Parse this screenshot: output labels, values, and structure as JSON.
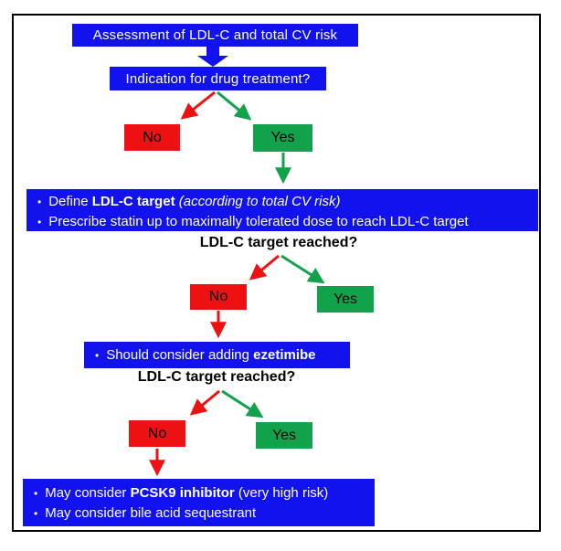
{
  "colors": {
    "blue": "#1212EE",
    "red": "#EE1111",
    "green": "#13A24C",
    "text_on_blue": "#FFFFFF",
    "text_on_node": "#000000",
    "frame": "#000000"
  },
  "flowchart": {
    "assessment": "Assessment of LDL-C and total CV risk",
    "indication": "Indication for drug treatment?",
    "decision1": {
      "no": "No",
      "yes": "Yes"
    },
    "define_box": {
      "bullet": "•",
      "line1": {
        "normal": "Define ",
        "bold": "LDL-C target",
        "italic": " (according to total CV risk)"
      },
      "line2": "Prescribe statin up to maximally tolerated dose to reach LDL-C target"
    },
    "question1": "LDL-C target reached?",
    "decision2": {
      "no": "No",
      "yes": "Yes"
    },
    "ezetimibe_box": {
      "bullet": "•",
      "normal": "Should consider adding ",
      "bold": "ezetimibe"
    },
    "question2": "LDL-C target reached?",
    "decision3": {
      "no": "No",
      "yes": "Yes"
    },
    "final_box": {
      "bullet": "•",
      "line1": {
        "normal": "May consider ",
        "bold": "PCSK9 inhibitor",
        "post": " (very high risk)"
      },
      "line2": "May consider bile acid sequestrant"
    }
  }
}
